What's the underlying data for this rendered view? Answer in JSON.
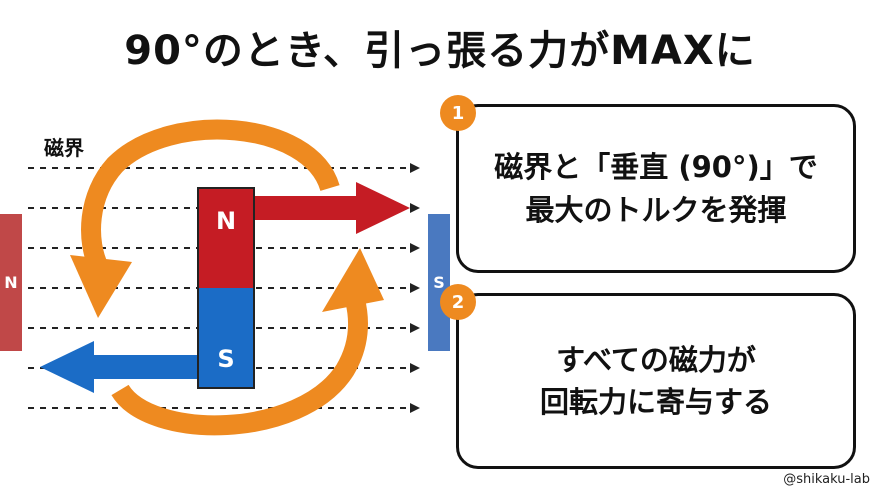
{
  "title": "90°のとき、引っ張る力がMAXに",
  "field_label": "磁界",
  "stator": {
    "left_pole": "N",
    "right_pole": "S"
  },
  "rotor": {
    "top_pole": "N",
    "bottom_pole": "S"
  },
  "cards": [
    {
      "number": "1",
      "text": "磁界と「垂直 (90°)」で\n最大のトルクを発揮"
    },
    {
      "number": "2",
      "text": "すべての磁力が\n回転力に寄与する"
    }
  ],
  "credit": "@shikaku-lab",
  "colors": {
    "north": "#c51c24",
    "south": "#1b6cc6",
    "rotation_arrow": "#ee8a20",
    "stator_north": "#c04848",
    "stator_south": "#4a79c0"
  }
}
